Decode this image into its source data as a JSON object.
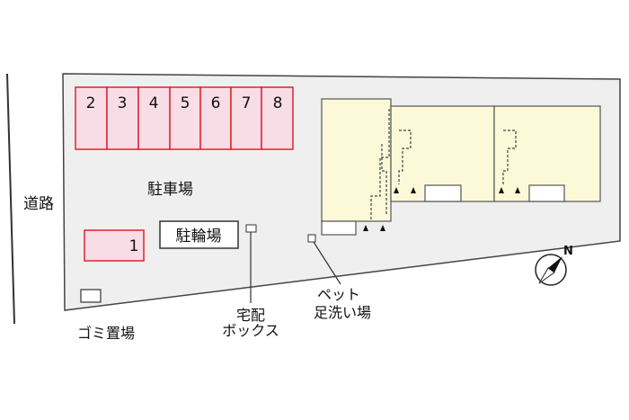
{
  "road": {
    "label": "道路"
  },
  "parking": {
    "label": "駐車場",
    "spaces": [
      "2",
      "3",
      "4",
      "5",
      "6",
      "7",
      "8"
    ],
    "single_space": "1",
    "space_color": "#f9dde6",
    "space_border": "#e0232d"
  },
  "bicycle_parking": {
    "label": "駐輪場"
  },
  "delivery_box": {
    "line1": "宅配",
    "line2": "ボックス"
  },
  "pet_wash": {
    "line1": "ペット",
    "line2": "足洗い場"
  },
  "garbage": {
    "label": "ゴミ置場"
  },
  "compass": {
    "label": "N"
  },
  "colors": {
    "site_fill": "#efefef",
    "building_fill": "#fbf9d8",
    "building_border": "#555555"
  }
}
